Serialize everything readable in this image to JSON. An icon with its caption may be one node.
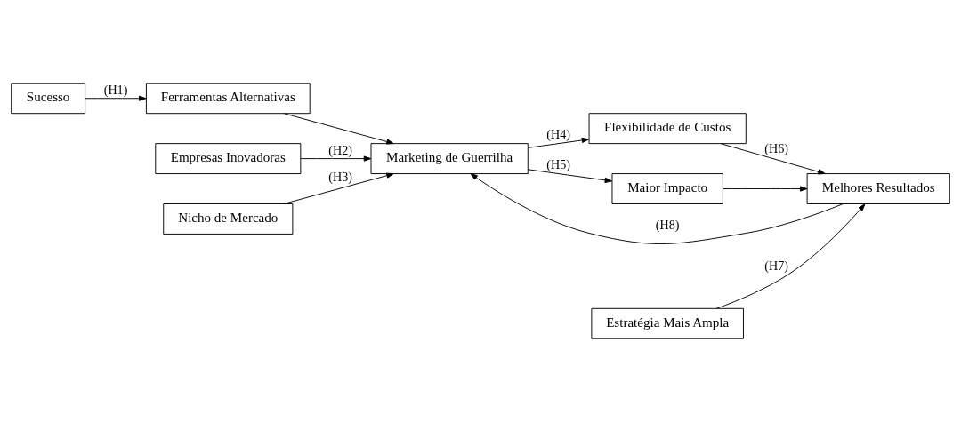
{
  "diagram": {
    "nodes": [
      {
        "text": [
          "Sucesso"
        ]
      },
      {
        "text": [
          "Ferramentas Alternativas"
        ]
      },
      {
        "text": [
          "Empresas Inovadoras"
        ]
      },
      {
        "text": [
          "Nicho de Mercado"
        ]
      },
      {
        "text": [
          "Marketing de Guerrilha"
        ]
      },
      {
        "text": [
          "Flexibilidade de Custos"
        ]
      },
      {
        "text": [
          "Maior Impacto"
        ]
      },
      {
        "text": [
          "Estratégia Mais Ampla"
        ]
      },
      {
        "text": [
          "Melhores Resultados"
        ]
      }
    ],
    "edges": [
      {
        "from": 0,
        "to": 1,
        "arrow": "to",
        "label": "(H1)"
      },
      {
        "from": 1,
        "to": 4,
        "arrow": "to"
      },
      {
        "from": 2,
        "to": 4,
        "arrow": "to",
        "label": "(H2)"
      },
      {
        "from": 3,
        "to": 4,
        "arrow": "to",
        "label": "(H3)"
      },
      {
        "from": 4,
        "to": 5,
        "arrow": "to",
        "label": "(H4)"
      },
      {
        "from": 4,
        "to": 6,
        "arrow": "to",
        "label": "(H5)"
      },
      {
        "from": 5,
        "to": 8,
        "arrow": "to",
        "label": "(H6)"
      },
      {
        "from": 6,
        "to": 8,
        "arrow": "to"
      },
      {
        "from": 7,
        "to": 8,
        "arrow": "to",
        "label": "(H7)"
      },
      {
        "from": 8,
        "to": 4,
        "arrow": "to",
        "label": "(H8)"
      }
    ]
  }
}
